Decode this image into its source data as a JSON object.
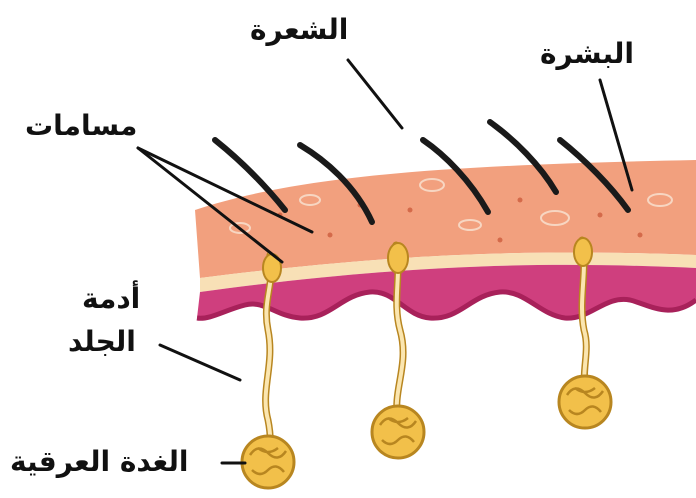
{
  "labels": {
    "hair": "الشعرة",
    "epidermis": "البشرة",
    "pores": "مسامات",
    "dermis_line1": "أدمة",
    "dermis_line2": "الجلد",
    "sweat_gland": "الغدة العرقية"
  },
  "colors": {
    "epidermis": "#f2a07e",
    "epidermis_light": "#f7c4a6",
    "skin_band": "#f8e0b6",
    "dermis_band": "#cf3f7e",
    "dermis_dark": "#a8215a",
    "gland": "#f2c04a",
    "gland_outline": "#b88620",
    "hair": "#1a1a1a",
    "leader": "#111111"
  }
}
